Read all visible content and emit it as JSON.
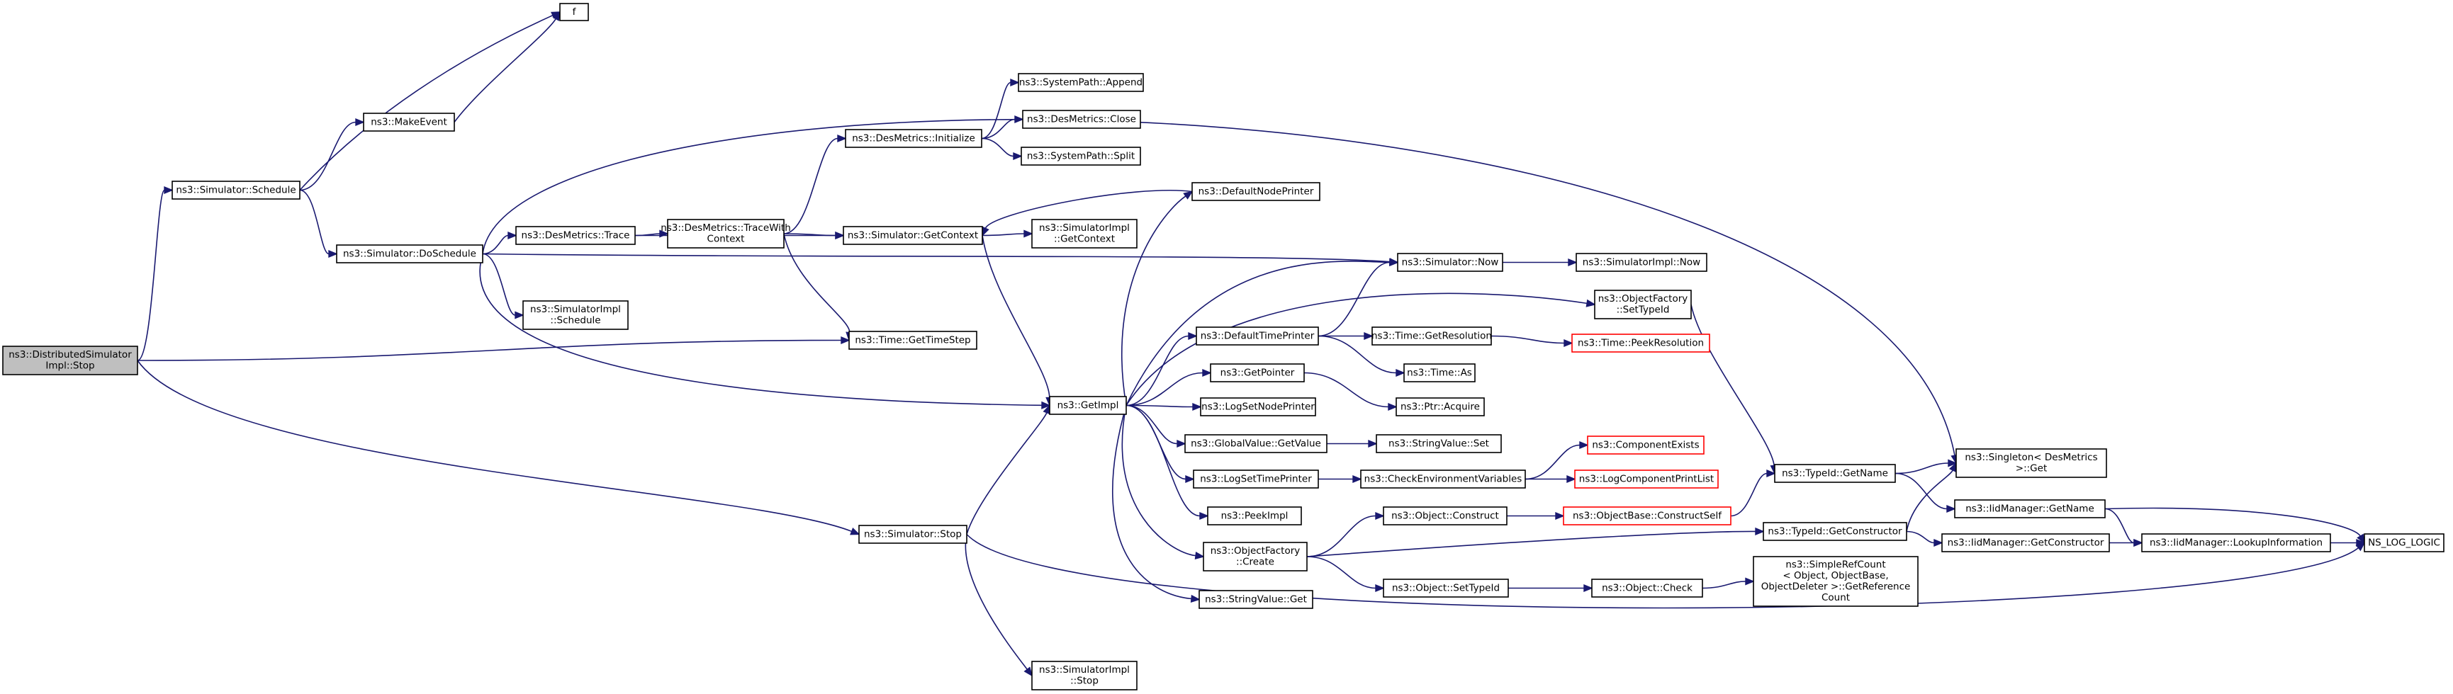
{
  "colors": {
    "edge": "#191970",
    "node_border": "#000000",
    "missing_node_border": "#ff0000",
    "root_fill": "#bfbfbf",
    "node_fill": "#ffffff"
  },
  "nodes": [
    {
      "id": "root",
      "lines": [
        "ns3::DistributedSimulator",
        "Impl::Stop"
      ]
    },
    {
      "id": "sim_schedule",
      "lines": [
        "ns3::Simulator::Schedule"
      ]
    },
    {
      "id": "f",
      "lines": [
        "f"
      ]
    },
    {
      "id": "make_event",
      "lines": [
        "ns3::MakeEvent"
      ]
    },
    {
      "id": "do_schedule",
      "lines": [
        "ns3::Simulator::DoSchedule"
      ]
    },
    {
      "id": "des_trace",
      "lines": [
        "ns3::DesMetrics::Trace"
      ]
    },
    {
      "id": "des_trace_ctx",
      "lines": [
        "ns3::DesMetrics::TraceWith",
        "Context"
      ]
    },
    {
      "id": "simimpl_schedule",
      "lines": [
        "ns3::SimulatorImpl",
        "::Schedule"
      ]
    },
    {
      "id": "des_init",
      "lines": [
        "ns3::DesMetrics::Initialize"
      ]
    },
    {
      "id": "path_append",
      "lines": [
        "ns3::SystemPath::Append"
      ]
    },
    {
      "id": "des_close",
      "lines": [
        "ns3::DesMetrics::Close"
      ]
    },
    {
      "id": "path_split",
      "lines": [
        "ns3::SystemPath::Split"
      ]
    },
    {
      "id": "get_context",
      "lines": [
        "ns3::Simulator::GetContext"
      ]
    },
    {
      "id": "simimpl_getcontext",
      "lines": [
        "ns3::SimulatorImpl",
        "::GetContext"
      ]
    },
    {
      "id": "default_node_printer",
      "lines": [
        "ns3::DefaultNodePrinter"
      ]
    },
    {
      "id": "time_getstep",
      "lines": [
        "ns3::Time::GetTimeStep"
      ]
    },
    {
      "id": "get_impl",
      "lines": [
        "ns3::GetImpl"
      ]
    },
    {
      "id": "sim_now",
      "lines": [
        "ns3::Simulator::Now"
      ]
    },
    {
      "id": "simimpl_now",
      "lines": [
        "ns3::SimulatorImpl::Now"
      ]
    },
    {
      "id": "of_settypeid",
      "lines": [
        "ns3::ObjectFactory",
        "::SetTypeId"
      ]
    },
    {
      "id": "default_time_printer",
      "lines": [
        "ns3::DefaultTimePrinter"
      ]
    },
    {
      "id": "time_getres",
      "lines": [
        "ns3::Time::GetResolution"
      ]
    },
    {
      "id": "time_peekres",
      "lines": [
        "ns3::Time::PeekResolution"
      ],
      "missing": true
    },
    {
      "id": "time_as",
      "lines": [
        "ns3::Time::As"
      ]
    },
    {
      "id": "get_pointer",
      "lines": [
        "ns3::GetPointer"
      ]
    },
    {
      "id": "ptr_acquire",
      "lines": [
        "ns3::Ptr::Acquire"
      ]
    },
    {
      "id": "log_set_node_printer",
      "lines": [
        "ns3::LogSetNodePrinter"
      ]
    },
    {
      "id": "gv_getvalue",
      "lines": [
        "ns3::GlobalValue::GetValue"
      ]
    },
    {
      "id": "sv_set",
      "lines": [
        "ns3::StringValue::Set"
      ]
    },
    {
      "id": "log_set_time_printer",
      "lines": [
        "ns3::LogSetTimePrinter"
      ]
    },
    {
      "id": "check_env",
      "lines": [
        "ns3::CheckEnvironmentVariables"
      ]
    },
    {
      "id": "component_exists",
      "lines": [
        "ns3::ComponentExists"
      ],
      "missing": true
    },
    {
      "id": "log_comp_print",
      "lines": [
        "ns3::LogComponentPrintList"
      ],
      "missing": true
    },
    {
      "id": "peek_impl",
      "lines": [
        "ns3::PeekImpl"
      ]
    },
    {
      "id": "of_create",
      "lines": [
        "ns3::ObjectFactory",
        "::Create"
      ]
    },
    {
      "id": "obj_construct",
      "lines": [
        "ns3::Object::Construct"
      ]
    },
    {
      "id": "objbase_construct_self",
      "lines": [
        "ns3::ObjectBase::ConstructSelf"
      ],
      "missing": true
    },
    {
      "id": "obj_settypeid",
      "lines": [
        "ns3::Object::SetTypeId"
      ]
    },
    {
      "id": "obj_check",
      "lines": [
        "ns3::Object::Check"
      ]
    },
    {
      "id": "sv_get",
      "lines": [
        "ns3::StringValue::Get"
      ]
    },
    {
      "id": "sim_stop",
      "lines": [
        "ns3::Simulator::Stop"
      ]
    },
    {
      "id": "simimpl_stop",
      "lines": [
        "ns3::SimulatorImpl",
        "::Stop"
      ]
    },
    {
      "id": "typeid_getname",
      "lines": [
        "ns3::TypeId::GetName"
      ]
    },
    {
      "id": "typeid_getctor",
      "lines": [
        "ns3::TypeId::GetConstructor"
      ]
    },
    {
      "id": "singleton_get",
      "lines": [
        "ns3::Singleton< DesMetrics",
        " >::Get"
      ]
    },
    {
      "id": "iid_getname",
      "lines": [
        "ns3::IidManager::GetName"
      ]
    },
    {
      "id": "iid_getctor",
      "lines": [
        "ns3::IidManager::GetConstructor"
      ]
    },
    {
      "id": "iid_lookup",
      "lines": [
        "ns3::IidManager::LookupInformation"
      ]
    },
    {
      "id": "ns_log_logic",
      "lines": [
        "NS_LOG_LOGIC"
      ]
    },
    {
      "id": "simple_ref",
      "lines": [
        "ns3::SimpleRefCount",
        "< Object, ObjectBase,",
        " ObjectDeleter >::GetReference",
        "Count"
      ]
    }
  ],
  "edges": [
    [
      "root",
      "sim_schedule"
    ],
    [
      "root",
      "time_getstep"
    ],
    [
      "root",
      "sim_stop"
    ],
    [
      "sim_schedule",
      "f"
    ],
    [
      "sim_schedule",
      "make_event"
    ],
    [
      "sim_schedule",
      "do_schedule"
    ],
    [
      "make_event",
      "f"
    ],
    [
      "do_schedule",
      "des_trace"
    ],
    [
      "do_schedule",
      "simimpl_schedule"
    ],
    [
      "do_schedule",
      "get_impl"
    ],
    [
      "do_schedule",
      "sim_now"
    ],
    [
      "do_schedule",
      "singleton_get"
    ],
    [
      "des_trace",
      "des_trace_ctx"
    ],
    [
      "des_trace",
      "get_context"
    ],
    [
      "des_trace_ctx",
      "des_init"
    ],
    [
      "des_trace_ctx",
      "get_context"
    ],
    [
      "des_trace_ctx",
      "time_getstep"
    ],
    [
      "des_init",
      "path_append"
    ],
    [
      "des_init",
      "des_close"
    ],
    [
      "des_init",
      "path_split"
    ],
    [
      "get_context",
      "simimpl_getcontext"
    ],
    [
      "get_context",
      "get_impl"
    ],
    [
      "default_node_printer",
      "get_context"
    ],
    [
      "get_impl",
      "default_node_printer"
    ],
    [
      "get_impl",
      "sim_now"
    ],
    [
      "get_impl",
      "of_settypeid"
    ],
    [
      "get_impl",
      "default_time_printer"
    ],
    [
      "get_impl",
      "get_pointer"
    ],
    [
      "get_impl",
      "log_set_node_printer"
    ],
    [
      "get_impl",
      "gv_getvalue"
    ],
    [
      "get_impl",
      "log_set_time_printer"
    ],
    [
      "get_impl",
      "peek_impl"
    ],
    [
      "get_impl",
      "of_create"
    ],
    [
      "get_impl",
      "sv_get"
    ],
    [
      "sim_now",
      "simimpl_now"
    ],
    [
      "default_time_printer",
      "sim_now"
    ],
    [
      "default_time_printer",
      "time_getres"
    ],
    [
      "default_time_printer",
      "time_as"
    ],
    [
      "time_getres",
      "time_peekres"
    ],
    [
      "get_pointer",
      "ptr_acquire"
    ],
    [
      "gv_getvalue",
      "sv_set"
    ],
    [
      "log_set_time_printer",
      "check_env"
    ],
    [
      "check_env",
      "component_exists"
    ],
    [
      "check_env",
      "log_comp_print"
    ],
    [
      "of_settypeid",
      "typeid_getname"
    ],
    [
      "of_create",
      "obj_construct"
    ],
    [
      "of_create",
      "obj_settypeid"
    ],
    [
      "of_create",
      "typeid_getctor"
    ],
    [
      "obj_construct",
      "objbase_construct_self"
    ],
    [
      "objbase_construct_self",
      "typeid_getname"
    ],
    [
      "obj_settypeid",
      "obj_check"
    ],
    [
      "obj_check",
      "simple_ref"
    ],
    [
      "typeid_getname",
      "singleton_get"
    ],
    [
      "typeid_getname",
      "iid_getname"
    ],
    [
      "typeid_getctor",
      "singleton_get"
    ],
    [
      "typeid_getctor",
      "iid_getctor"
    ],
    [
      "iid_getname",
      "iid_lookup"
    ],
    [
      "iid_getname",
      "ns_log_logic"
    ],
    [
      "iid_getctor",
      "iid_lookup"
    ],
    [
      "iid_lookup",
      "ns_log_logic"
    ],
    [
      "sim_stop",
      "get_impl"
    ],
    [
      "sim_stop",
      "simimpl_stop"
    ],
    [
      "sim_stop",
      "ns_log_logic"
    ]
  ]
}
